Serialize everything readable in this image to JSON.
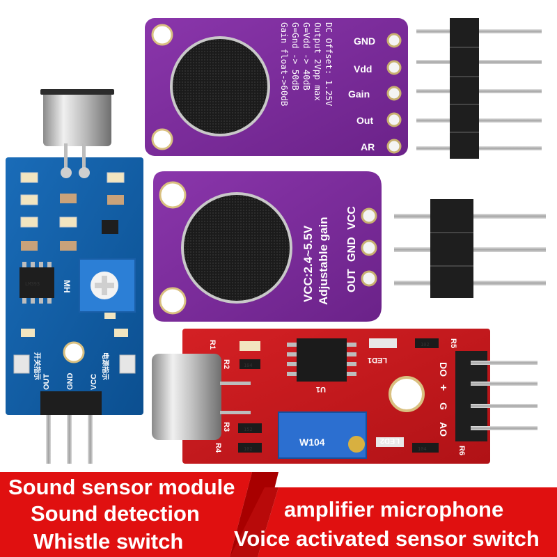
{
  "colors": {
    "purple_board": "#7d2a9c",
    "blue_board": "#0f5fa8",
    "red_board": "#c8181c",
    "banner_red": "#e01010",
    "banner_dark": "#a80000",
    "header_black": "#1b1b1b",
    "pin_silver": "#b8b8b8"
  },
  "max9814": {
    "pin_labels": [
      "GND",
      "Vdd",
      "Gain",
      "Out",
      "AR"
    ],
    "gain_lines": [
      "Gain float->60dB",
      "G=Gnd -> 50dB",
      "G=Vdd -> 40dB",
      "Output 2Vpp max",
      "DC Offset: 1.25V"
    ]
  },
  "max4466": {
    "voltage_label": "VCC:2.4~5.5V",
    "gain_label": "Adjustable gain",
    "pin_labels": [
      "OUT",
      "GND",
      "VCC"
    ]
  },
  "blue_module": {
    "pin_labels": [
      "OUT",
      "GND",
      "VCC"
    ],
    "chip_label": "LM393",
    "pot_label": "MH",
    "led_labels": [
      "开关指示",
      "电源指示"
    ]
  },
  "red_module": {
    "pin_labels": [
      "DO",
      "+",
      "G",
      "AO"
    ],
    "pot_label": "W104",
    "component_labels": [
      "R1",
      "R2",
      "R3",
      "R4",
      "R5",
      "R6",
      "U1",
      "LED1",
      "LED2"
    ],
    "smd_labels": [
      "104",
      "102",
      "152",
      "102",
      "104"
    ]
  },
  "captions": {
    "left": [
      "Sound sensor module",
      "Sound detection",
      "Whistle switch"
    ],
    "right": [
      "amplifier microphone",
      "Voice activated sensor switch"
    ]
  }
}
